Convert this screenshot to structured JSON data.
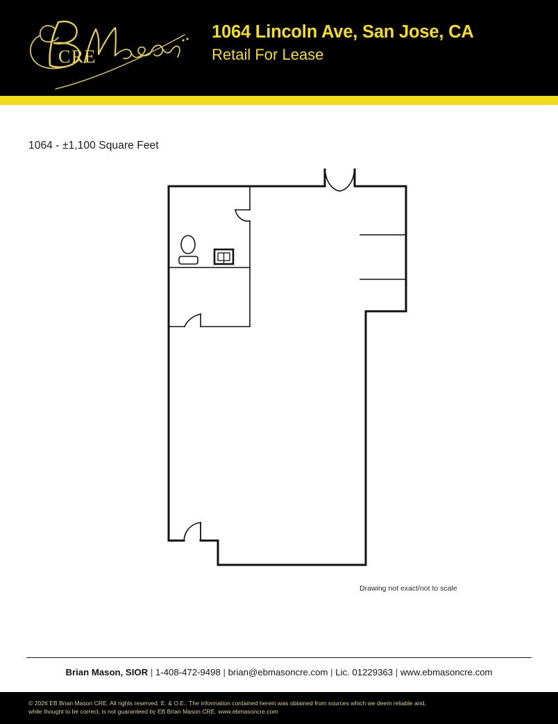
{
  "header": {
    "logo_alt": "EB Mason CRE signature logo",
    "logo_mark_text": "CRE",
    "property_address": "1064 Lincoln Ave, San Jose, CA",
    "listing_type": "Retail For Lease",
    "accent_color": "#f2dc19",
    "background_color": "#000000"
  },
  "main": {
    "suite_label": "1064 - ±1,100 Square Feet",
    "drawing_note": "Drawing not exact/not to scale",
    "floorplan": {
      "name": "suite-1064-floor-plan",
      "line_color": "#111111",
      "fixtures": [
        {
          "name": "toilet-fixture",
          "label": "Toilet"
        },
        {
          "name": "sink-fixture",
          "label": "Sink"
        }
      ],
      "doors": [
        {
          "name": "front-entry-double-door",
          "label": "Front entry double door"
        },
        {
          "name": "restroom-door",
          "label": "Restroom door"
        },
        {
          "name": "back-room-door",
          "label": "Back room door"
        },
        {
          "name": "rear-exit-door",
          "label": "Rear exit door"
        }
      ]
    }
  },
  "footer": {
    "agent_name": "Brian Mason, SIOR",
    "phone": "1-408-472-9498",
    "email": "brian@ebmasoncre.com",
    "license": "Lic. 01229363",
    "website": "www.ebmasoncre.com",
    "separator": "|",
    "legal_line1": "© 2026 EB Brian Mason CRE. All rights reserved. E. & O.E.: The information contained herein was obtained from sources which we deem reliable and,",
    "legal_line2": "while thought to be correct, is not guaranteed by EB Brian Mason CRE. www.ebmasoncre.com"
  }
}
